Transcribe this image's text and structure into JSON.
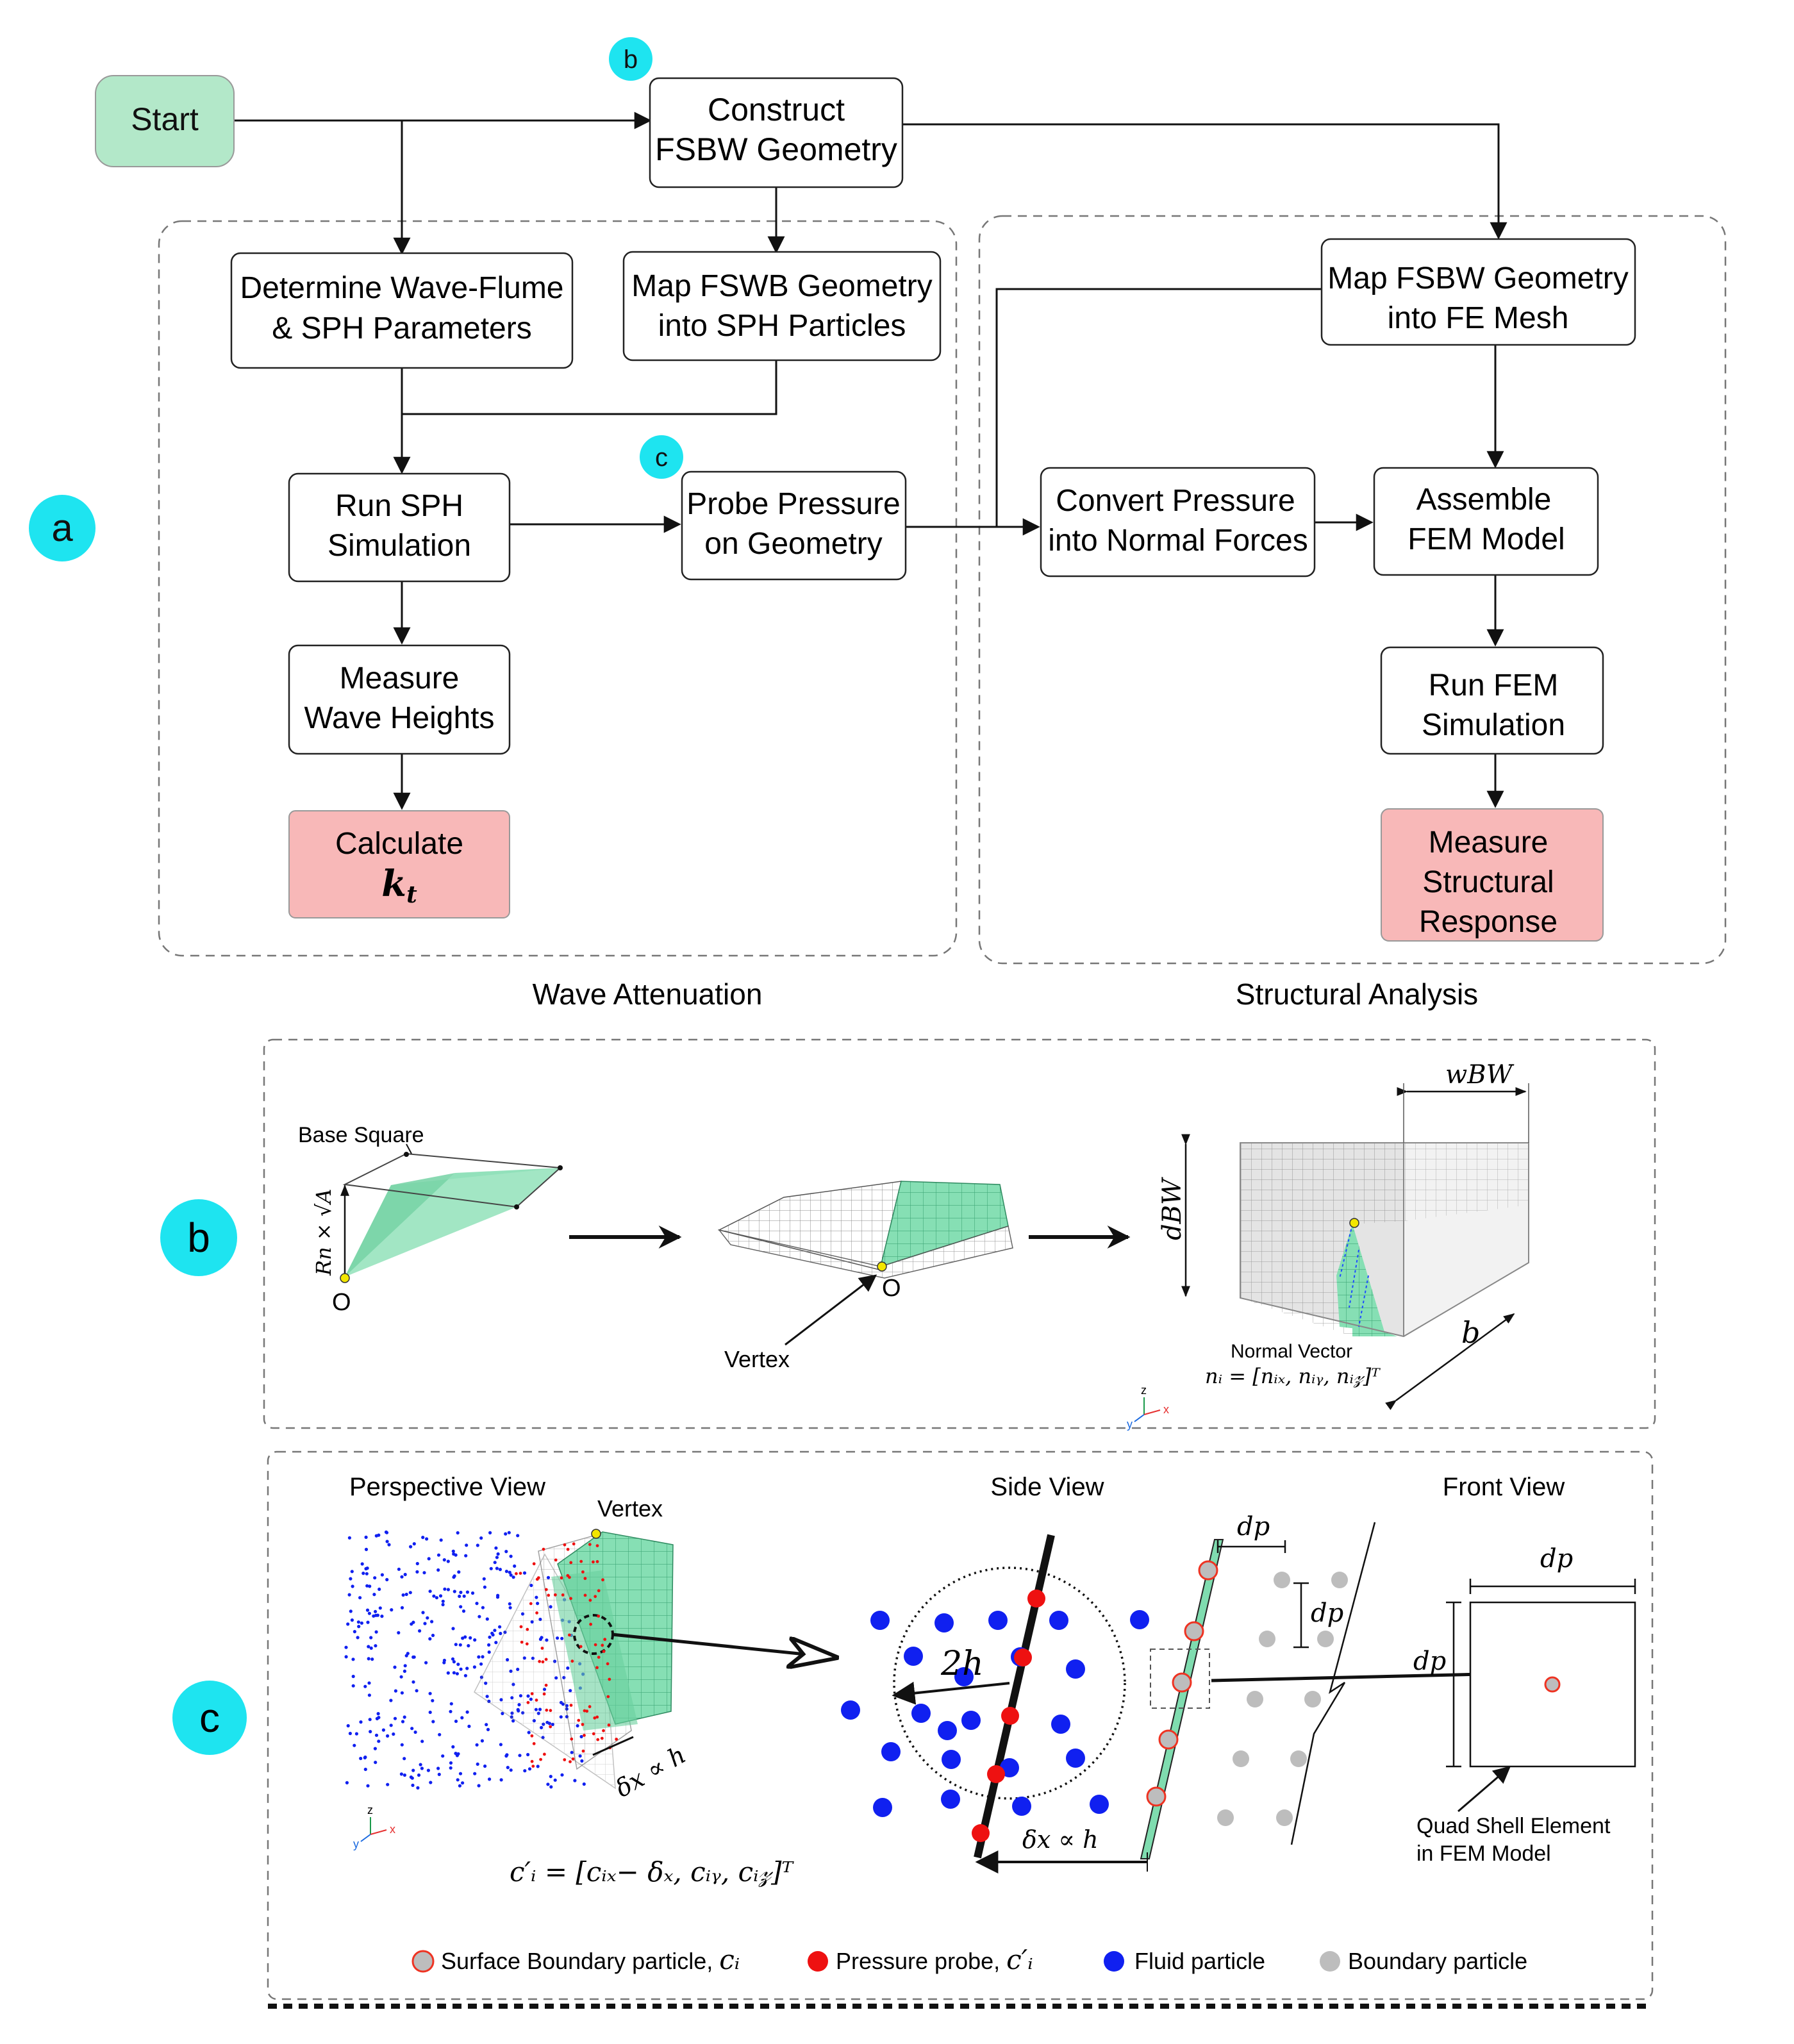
{
  "panel_a": {
    "marker": "a",
    "badge_b": "b",
    "badge_c": "c",
    "start": "Start",
    "construct": [
      "Construct",
      "FSBW Geometry"
    ],
    "determine": [
      "Determine Wave-Flume",
      "& SPH Parameters"
    ],
    "map_sph": [
      "Map FSWB Geometry",
      "into SPH Particles"
    ],
    "run_sph": [
      "Run SPH",
      "Simulation"
    ],
    "probe": [
      "Probe Pressure",
      "on Geometry"
    ],
    "measure_wave": [
      "Measure",
      "Wave Heights"
    ],
    "calculate": "Calculate",
    "kt_symbol": "k",
    "kt_sub": "t",
    "map_fe": [
      "Map FSBW Geometry",
      "into FE Mesh"
    ],
    "convert": [
      "Convert Pressure",
      "into Normal Forces"
    ],
    "assemble": [
      "Assemble",
      "FEM Model"
    ],
    "run_fem": [
      "Run FEM",
      "Simulation"
    ],
    "measure_struct": [
      "Measure",
      "Structural",
      "Response"
    ],
    "group_wave": "Wave Attenuation",
    "group_struct": "Structural Analysis"
  },
  "panel_b": {
    "marker": "b",
    "base_square": "Base Square",
    "height_label": "Rn × √A",
    "origin1": "O",
    "origin2": "O",
    "vertex": "Vertex",
    "w_bw": "wBW",
    "d_bw": "dBW",
    "b_dim": "b",
    "normal_vector": "Normal Vector",
    "normal_eq": "nᵢ = [nᵢₓ, nᵢᵧ, nᵢ𝓏]ᵀ",
    "axis_z": "z",
    "axis_y": "y",
    "axis_x": "x"
  },
  "panel_c": {
    "marker": "c",
    "perspective_title": "Perspective View",
    "side_title": "Side View",
    "front_title": "Front View",
    "vertex": "Vertex",
    "dx_h_1": "δx ∝ h",
    "dx_h_2": "δx ∝ h",
    "two_h": "2h",
    "dp_top": "dp",
    "dp_side": "dp",
    "dp_front_top": "dp",
    "dp_front_left": "dp",
    "c_prime_eq": "c′ᵢ = [cᵢₓ− δₓ, cᵢᵧ, cᵢ𝓏]ᵀ",
    "quad_shell": [
      "Quad Shell Element",
      "in FEM Model"
    ],
    "axis_z": "z",
    "axis_y": "y",
    "axis_x": "x",
    "legend": [
      {
        "label": "Surface Boundary particle, ",
        "symbol": "cᵢ",
        "kind": "surface"
      },
      {
        "label": "Pressure probe, ",
        "symbol": "c′ᵢ",
        "kind": "probe"
      },
      {
        "label": "Fluid particle",
        "symbol": "",
        "kind": "fluid"
      },
      {
        "label": "Boundary particle",
        "symbol": "",
        "kind": "boundary"
      }
    ]
  },
  "colors": {
    "start_fill": "#b3e8c9",
    "end_fill": "#f8b8b8",
    "badge": "#1ee4f0",
    "fluid": "#1020f0",
    "probe": "#ee1111",
    "boundary": "#bdbdbd",
    "shell_green": "#7fdcaf"
  }
}
